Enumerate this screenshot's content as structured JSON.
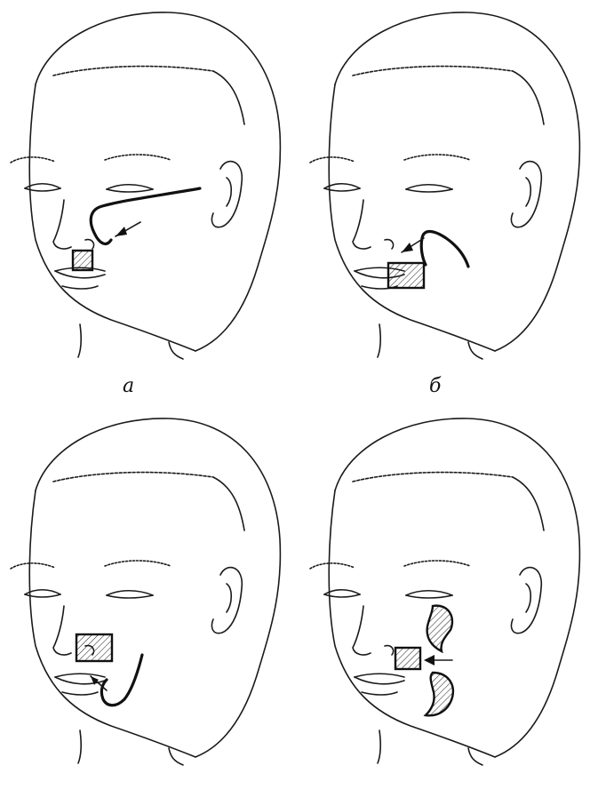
{
  "figure": {
    "panels": [
      {
        "id": "a",
        "caption": "а"
      },
      {
        "id": "b",
        "caption": "б"
      },
      {
        "id": "c",
        "caption": ""
      },
      {
        "id": "d",
        "caption": ""
      }
    ]
  },
  "colors": {
    "ink": "#111111",
    "paper": "#ffffff"
  }
}
